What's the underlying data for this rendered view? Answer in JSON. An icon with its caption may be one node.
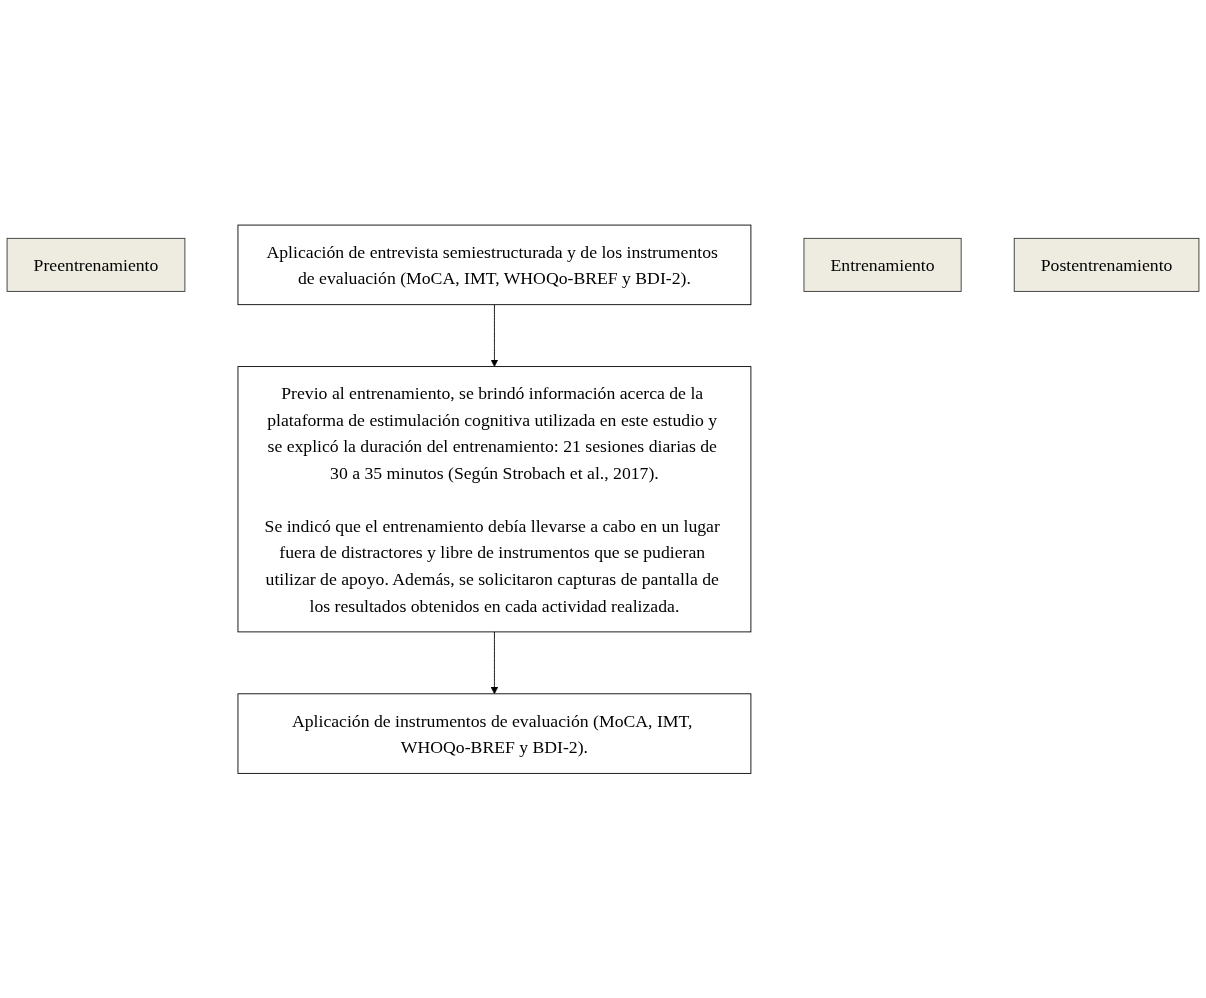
{
  "diagram": {
    "nodes": [
      {
        "text": [
          "Preentrenamiento"
        ]
      },
      {
        "text": [
          "Aplicación de entrevista semiestructurada y de los instrumentos de evaluación (MoCA, IMT, WHOQo-BREF y BDI-2)."
        ]
      },
      {
        "text": [
          "Entrenamiento"
        ]
      },
      {
        "text": [
          "Previo al entrenamiento, se brindó información acerca de la plataforma de estimulación cognitiva utilizada en este estudio y se explicó la duración del entrenamiento: 21 sesiones diarias de 30 a 35 minutos (Según Strobach et al., 2017).",
          "Se indicó que el entrenamiento debía llevarse a cabo en un lugar fuera de distractores y libre de instrumentos que se pudieran utilizar de apoyo. Además, se solicitaron capturas de pantalla de los resultados obtenidos en cada actividad realizada."
        ]
      },
      {
        "text": [
          "Postentrenamiento"
        ]
      },
      {
        "text": [
          "Aplicación de instrumentos de evaluación (MoCA, IMT, WHOQo-BREF y BDI-2)."
        ]
      }
    ],
    "edges": [
      {
        "from": 1,
        "to": 3,
        "arrow": "to"
      },
      {
        "from": 3,
        "to": 5,
        "arrow": "to"
      }
    ]
  }
}
